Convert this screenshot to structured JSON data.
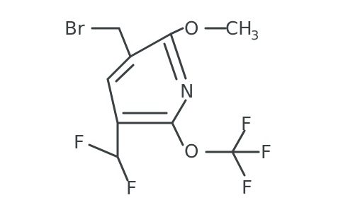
{
  "molecule": {
    "atoms": {
      "br": "Br",
      "o_methoxy": "O",
      "ch3_main": "CH",
      "ch3_sub": "3",
      "n_ring": "N",
      "o_ocf3": "O",
      "f_top": "F",
      "f_right": "F",
      "f_bottom": "F",
      "f_difluoro_left": "F",
      "f_difluoro_bottom": "F"
    }
  }
}
